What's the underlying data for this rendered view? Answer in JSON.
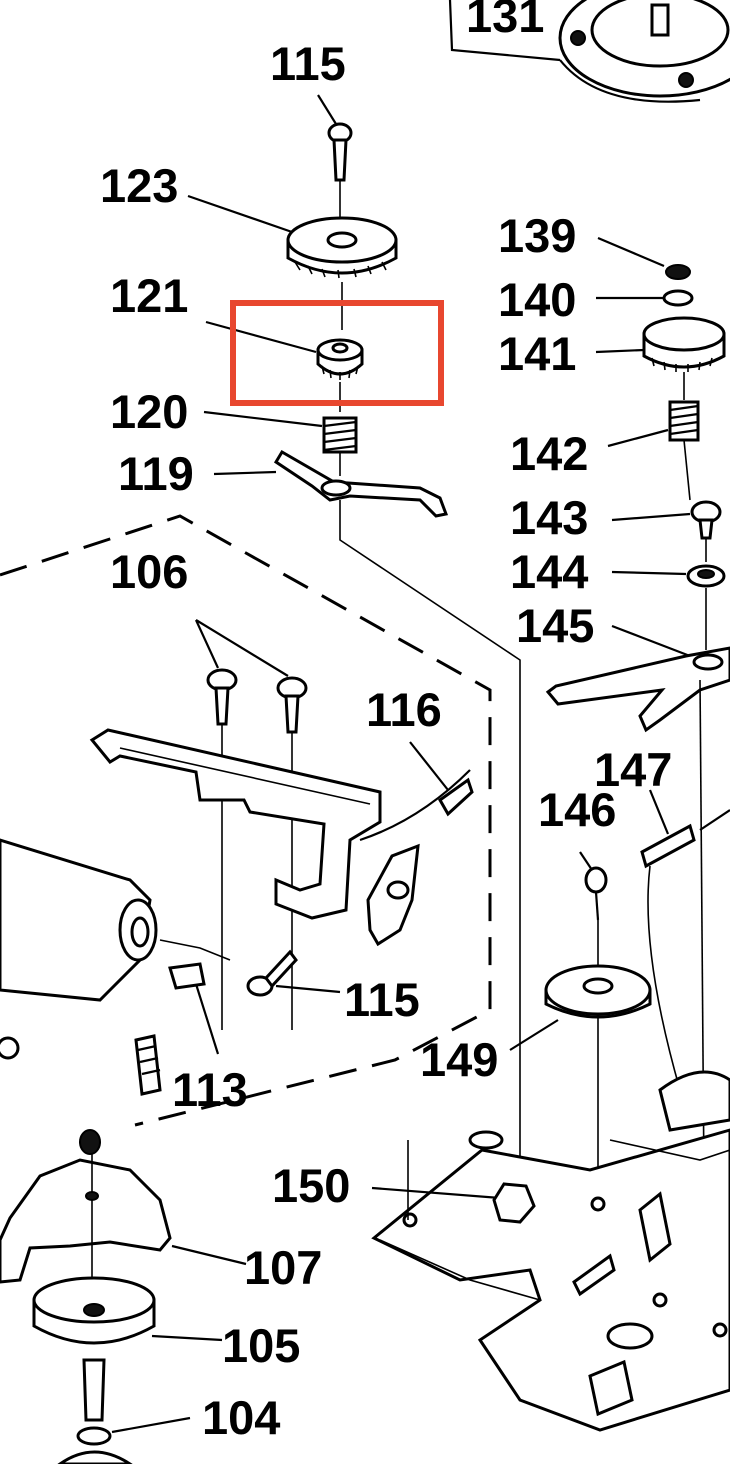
{
  "diagram": {
    "labels": {
      "p131": "131",
      "p115a": "115",
      "p123": "123",
      "p121": "121",
      "p120": "120",
      "p119": "119",
      "p139": "139",
      "p140": "140",
      "p141": "141",
      "p142": "142",
      "p143": "143",
      "p144": "144",
      "p145": "145",
      "p106": "106",
      "p116": "116",
      "p147": "147",
      "p146": "146",
      "p115b": "115",
      "p149": "149",
      "p113": "113",
      "p150": "150",
      "p107": "107",
      "p105": "105",
      "p104": "104"
    },
    "highlight": {
      "target": "121",
      "color": "#e8472f"
    }
  }
}
